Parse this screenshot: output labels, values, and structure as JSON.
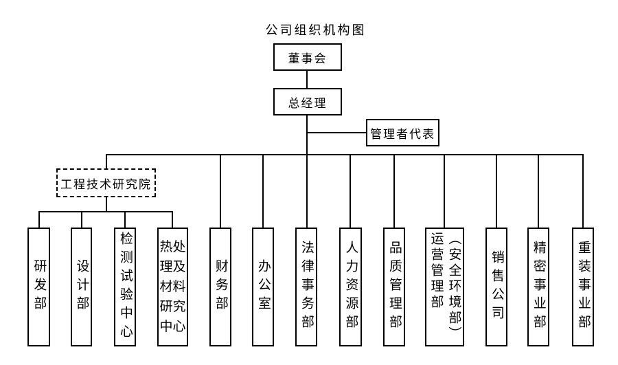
{
  "title": "公司组织机构图",
  "colors": {
    "line": "#000000",
    "background": "#ffffff",
    "text": "#000000"
  },
  "nodes": {
    "board": {
      "label": "董事会"
    },
    "general_manager": {
      "label": "总经理"
    },
    "management_representative": {
      "label": "管理者代表"
    },
    "engineering_institute": {
      "label": "工程技术研究院",
      "border_style": "dashed"
    }
  },
  "institute_departments": [
    {
      "label": "研发部"
    },
    {
      "label": "设计部"
    },
    {
      "label": "检测试验中心"
    },
    {
      "label": "热处理及材料研究中心"
    }
  ],
  "departments": [
    {
      "label": "财务部"
    },
    {
      "label": "办公室"
    },
    {
      "label": "法律事务部"
    },
    {
      "label": "人力资源部"
    },
    {
      "label": "品质管理部"
    },
    {
      "label": "运营管理部\n（安全环境部）"
    },
    {
      "label": "销售公司"
    },
    {
      "label": "精密事业部"
    },
    {
      "label": "重装事业部"
    }
  ]
}
